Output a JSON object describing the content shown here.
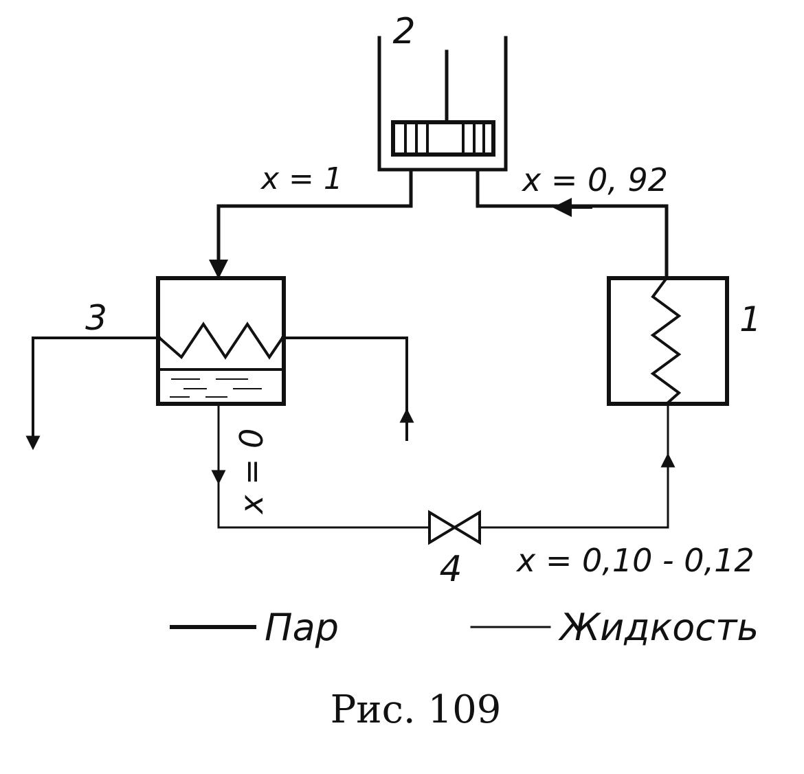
{
  "labels": {
    "turbine_number": "2",
    "condenser_number": "3",
    "boiler_number": "1",
    "valve_number": "4",
    "quality_turbine_out": "x = 1",
    "quality_turbine_in": "x = 0, 92",
    "quality_condenser_out": "x = 0",
    "quality_valve_out": "x = 0,10 - 0,12"
  },
  "legend": {
    "vapor": "Пар",
    "liquid": "Жидкость"
  },
  "caption": "Рис. 109"
}
